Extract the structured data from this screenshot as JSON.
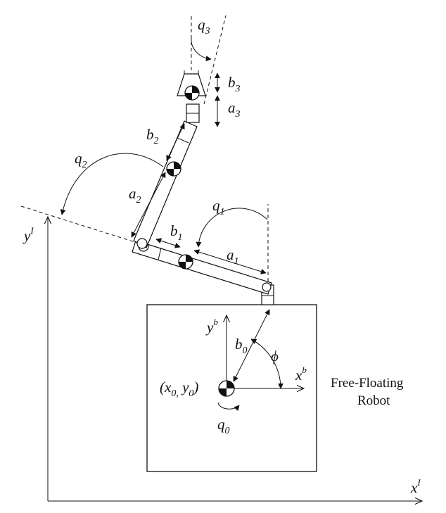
{
  "labels": {
    "q0": "q",
    "q0_sub": "0",
    "q1": "q",
    "q1_sub": "1",
    "q2": "q",
    "q2_sub": "2",
    "q3": "q",
    "q3_sub": "3",
    "a1": "a",
    "a1_sub": "1",
    "a2": "a",
    "a2_sub": "2",
    "a3": "a",
    "a3_sub": "3",
    "b0": "b",
    "b0_sub": "0",
    "b1": "b",
    "b1_sub": "1",
    "b2": "b",
    "b2_sub": "2",
    "b3": "b",
    "b3_sub": "3",
    "phi": "ϕ",
    "xb": "x",
    "xb_sup": "b",
    "yb": "y",
    "yb_sup": "b",
    "xI": "x",
    "xI_sup": "I",
    "yI": "y",
    "yI_sup": "I",
    "base_pos_open": "(x",
    "base_pos_sub1": "0,",
    "base_pos_mid": " y",
    "base_pos_sub2": "0",
    "base_pos_close": ")"
  },
  "robot_label": {
    "line1": "Free-Floating",
    "line2": "Robot"
  }
}
